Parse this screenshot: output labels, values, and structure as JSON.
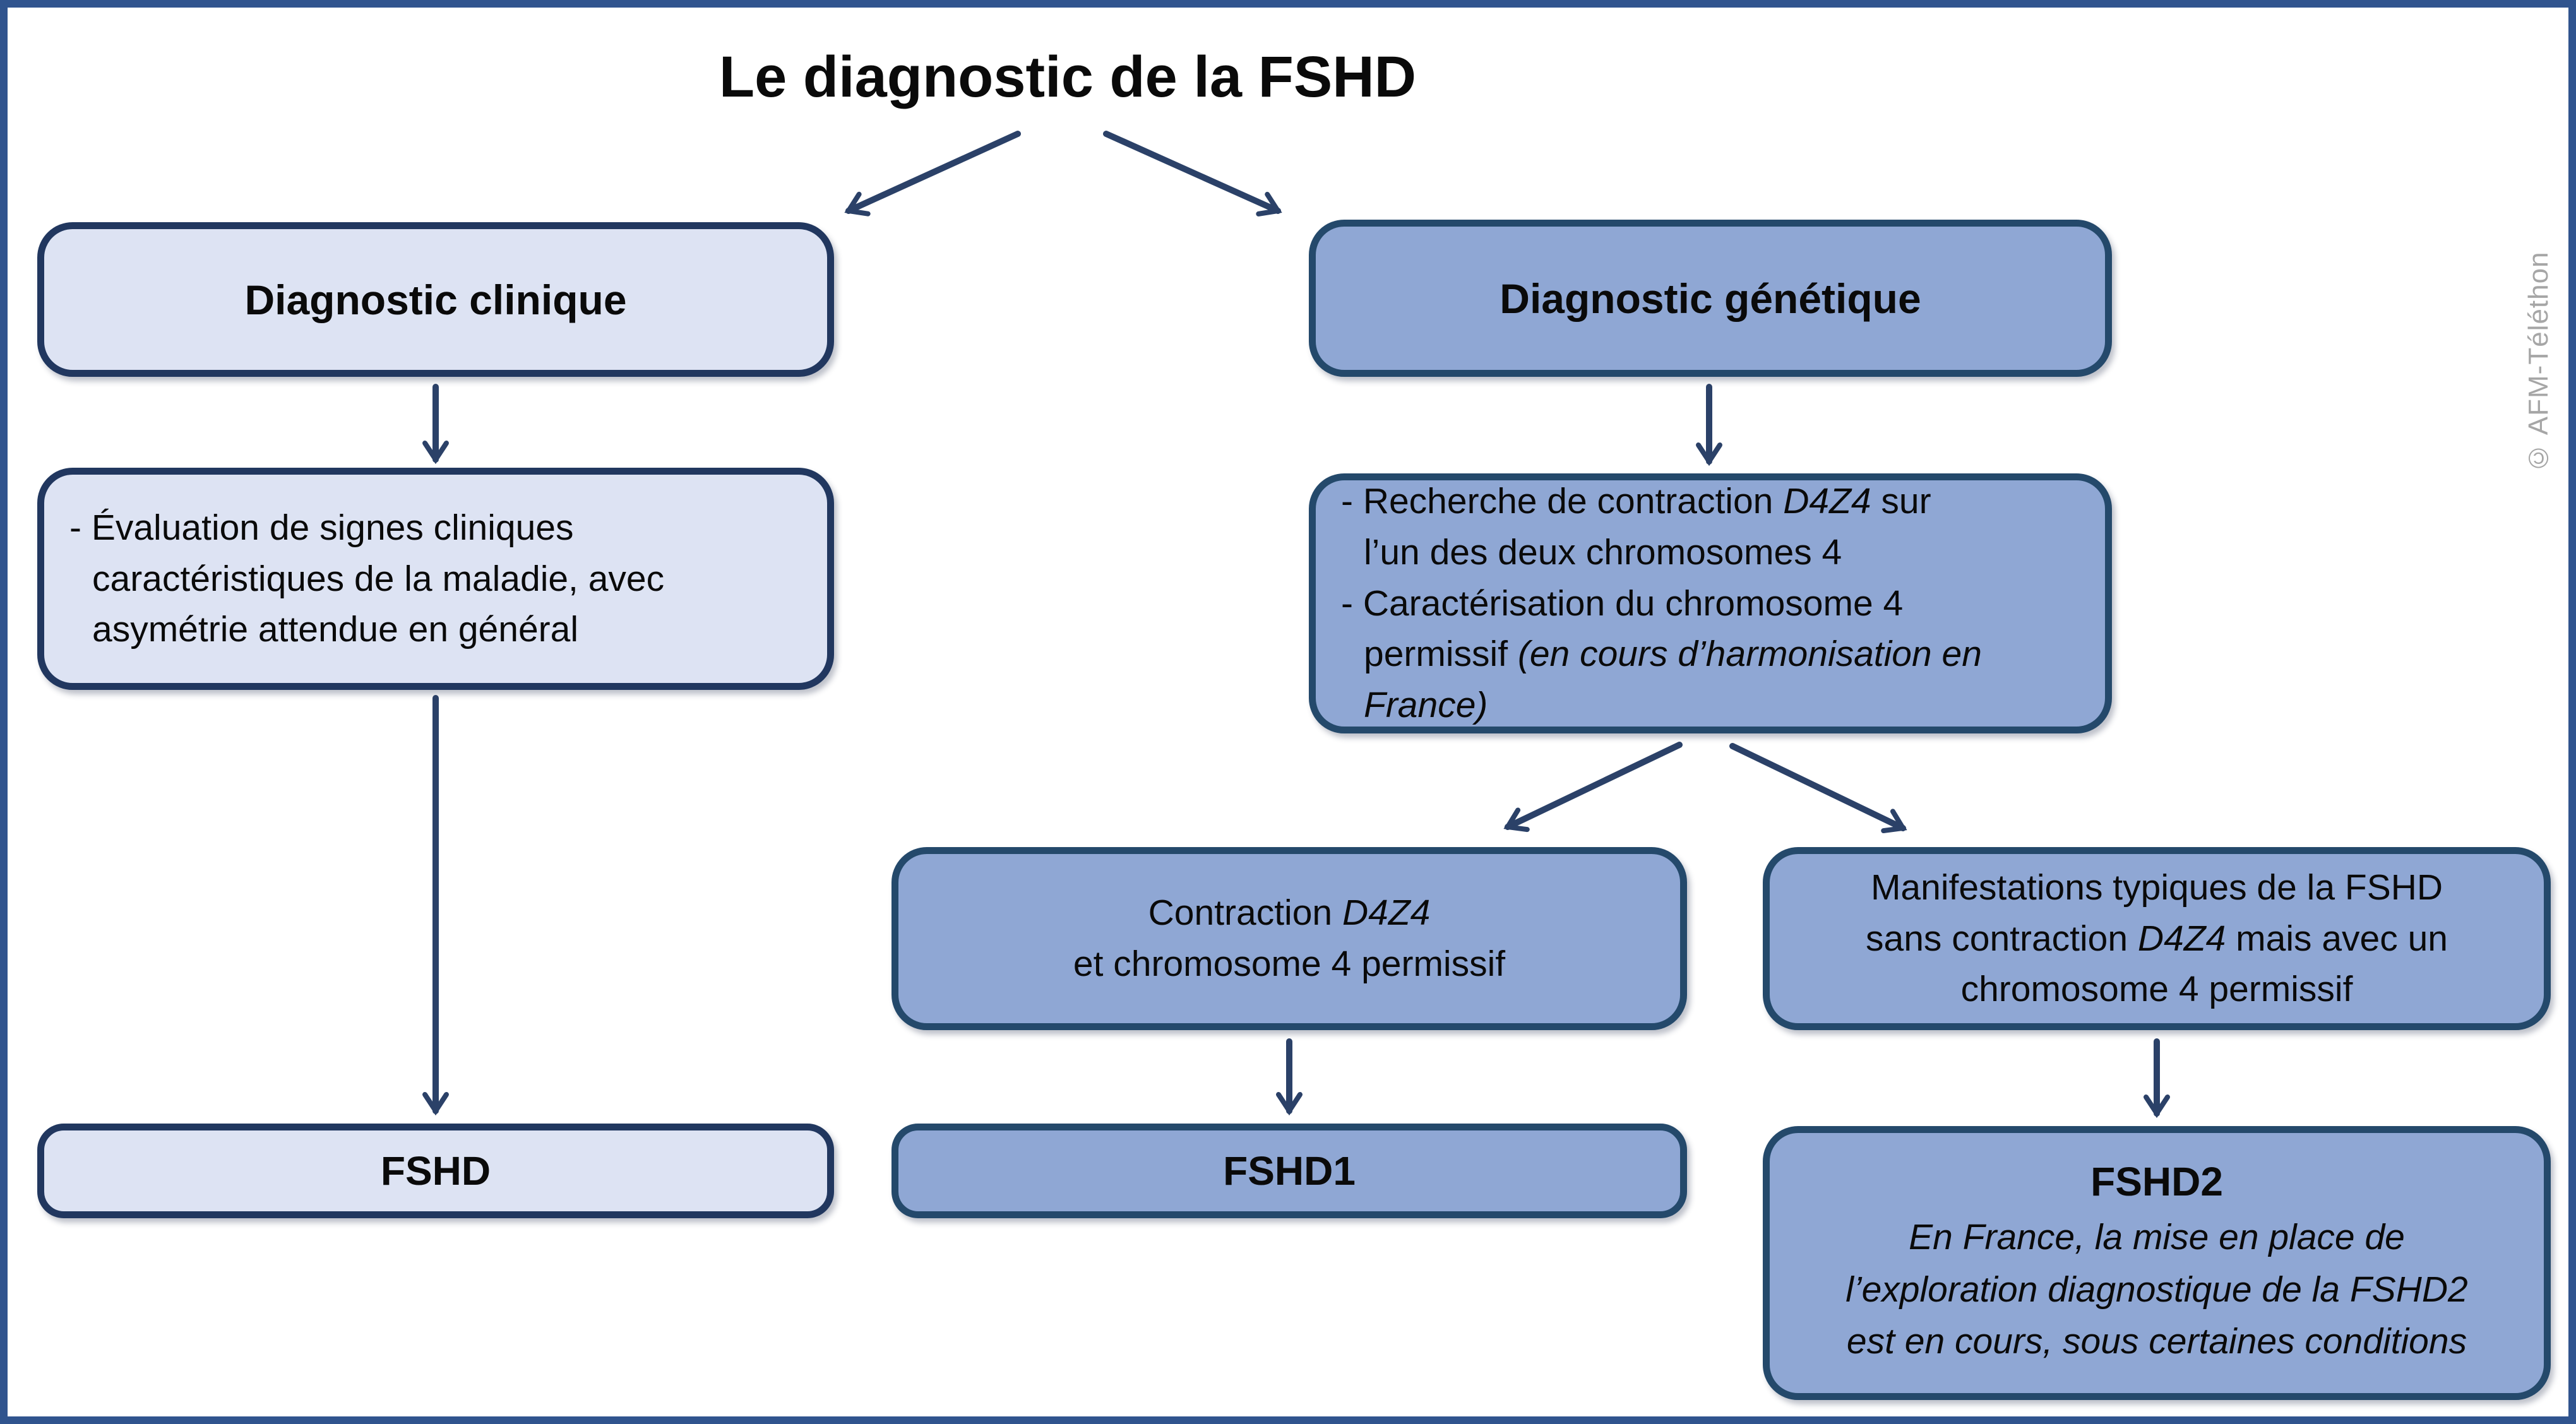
{
  "frame": {
    "title": "Le diagnostic de la FSHD",
    "credit": "© AFM-Téléthon"
  },
  "colors": {
    "frame": "#30548e",
    "light_fill": "#dde3f3",
    "light_border": "#21375f",
    "blue_fill": "#8fa7d4",
    "blue_border": "#24496b",
    "arrow": "#2b4168",
    "text": "#0a0a0a",
    "credit": "#a6a6a6"
  },
  "boxes": {
    "clinique": {
      "label": "Diagnostic clinique"
    },
    "genetique": {
      "label": "Diagnostic génétique"
    },
    "evaluation": {
      "items": [
        [
          {
            "t": "- Évaluation de signes cliniques\ncaractéristiques de la maladie, avec\nasymétrie attendue en général"
          }
        ]
      ]
    },
    "genetique_detail": {
      "items": [
        [
          {
            "t": "- Recherche de contraction "
          },
          {
            "t": "D4Z4",
            "i": true
          },
          {
            "t": " sur\nl’un des deux chromosomes 4"
          }
        ],
        [
          {
            "t": "- Caractérisation du chromosome 4\npermissif "
          },
          {
            "t": "(en cours d’harmonisation en\nFrance)",
            "i": true
          }
        ]
      ]
    },
    "contraction": {
      "segments": [
        {
          "t": "Contraction "
        },
        {
          "t": "D4Z4",
          "i": true
        },
        {
          "t": "\net chromosome 4 permissif"
        }
      ]
    },
    "manifestations": {
      "segments": [
        {
          "t": "Manifestations typiques de la FSHD\nsans contraction "
        },
        {
          "t": "D4Z4",
          "i": true
        },
        {
          "t": " mais avec un\nchromosome 4 permissif"
        }
      ]
    },
    "fshd": {
      "label": "FSHD"
    },
    "fshd1": {
      "label": "FSHD1"
    },
    "fshd2": {
      "label": "FSHD2",
      "note": "En France, la mise en place de\nl’exploration diagnostique de la FSHD2\nest en cours, sous certaines conditions"
    }
  }
}
